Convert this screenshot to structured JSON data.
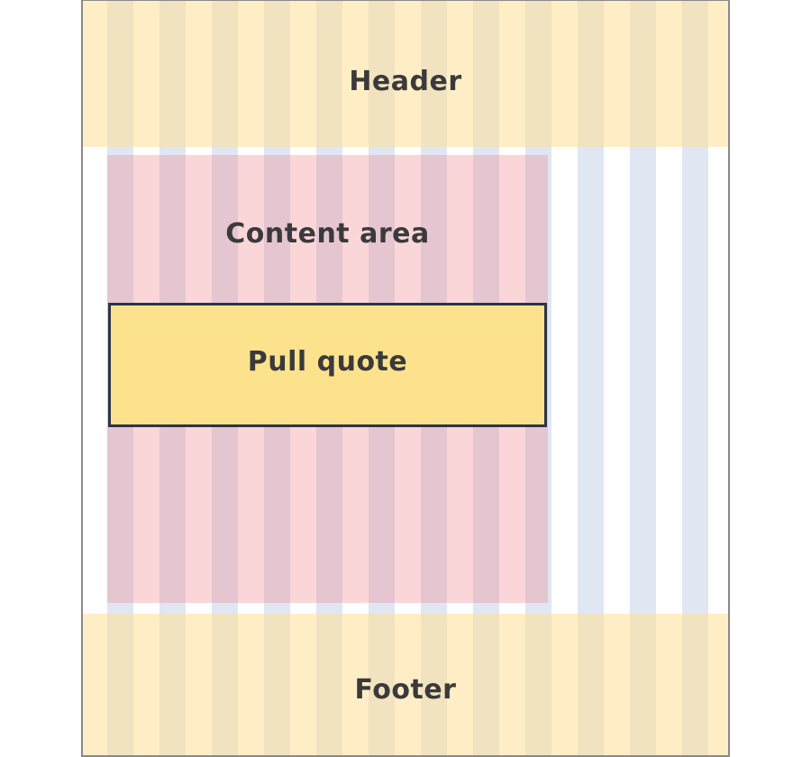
{
  "diagram": {
    "header_label": "Header",
    "content_label": "Content area",
    "pull_quote_label": "Pull quote",
    "footer_label": "Footer"
  },
  "colors": {
    "grid_column": "#e0e6f2",
    "header_footer_band": "#fff0c6",
    "content_area": "#f7d0d3",
    "pull_quote_fill": "#fde28e",
    "pull_quote_border": "#2c3447",
    "frame_border": "#8a8a8a",
    "label_text": "#3a3a3c"
  }
}
